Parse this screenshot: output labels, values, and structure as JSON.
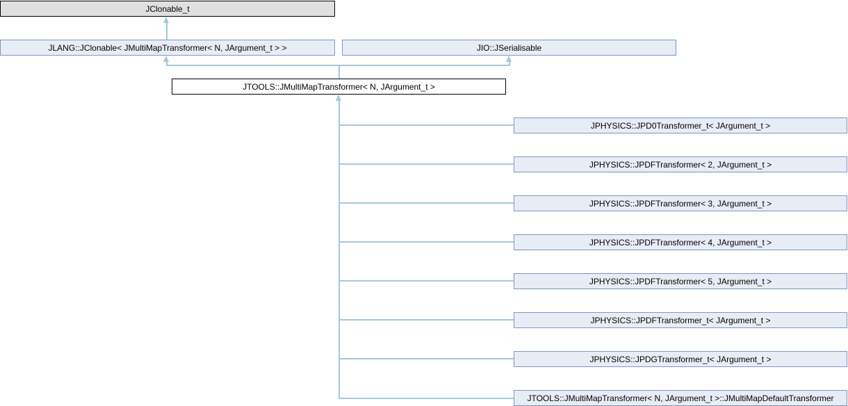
{
  "diagram": {
    "kind": "class-inheritance-graph",
    "colors": {
      "background": "#ffffff",
      "node_fill": "#e8ecf5",
      "node_border": "#7e96c4",
      "root_fill": "#e0e0e0",
      "main_fill": "#ffffff",
      "black_border": "#000000",
      "edge": "#a3c8dc",
      "text": "#000000"
    },
    "root": {
      "label": "JClonable_t"
    },
    "parents": [
      {
        "label": "JLANG::JClonable< JMultiMapTransformer< N, JArgument_t > >"
      },
      {
        "label": "JIO::JSerialisable"
      }
    ],
    "main": {
      "label": "JTOOLS::JMultiMapTransformer< N, JArgument_t >"
    },
    "derived": [
      {
        "label": "JPHYSICS::JPD0Transformer_t< JArgument_t >"
      },
      {
        "label": "JPHYSICS::JPDFTransformer< 2, JArgument_t >"
      },
      {
        "label": "JPHYSICS::JPDFTransformer< 3, JArgument_t >"
      },
      {
        "label": "JPHYSICS::JPDFTransformer< 4, JArgument_t >"
      },
      {
        "label": "JPHYSICS::JPDFTransformer< 5, JArgument_t >"
      },
      {
        "label": "JPHYSICS::JPDFTransformer_t< JArgument_t >"
      },
      {
        "label": "JPHYSICS::JPDGTransformer_t< JArgument_t >"
      },
      {
        "label": "JTOOLS::JMultiMapTransformer< N, JArgument_t >::JMultiMapDefaultTransformer"
      }
    ]
  }
}
